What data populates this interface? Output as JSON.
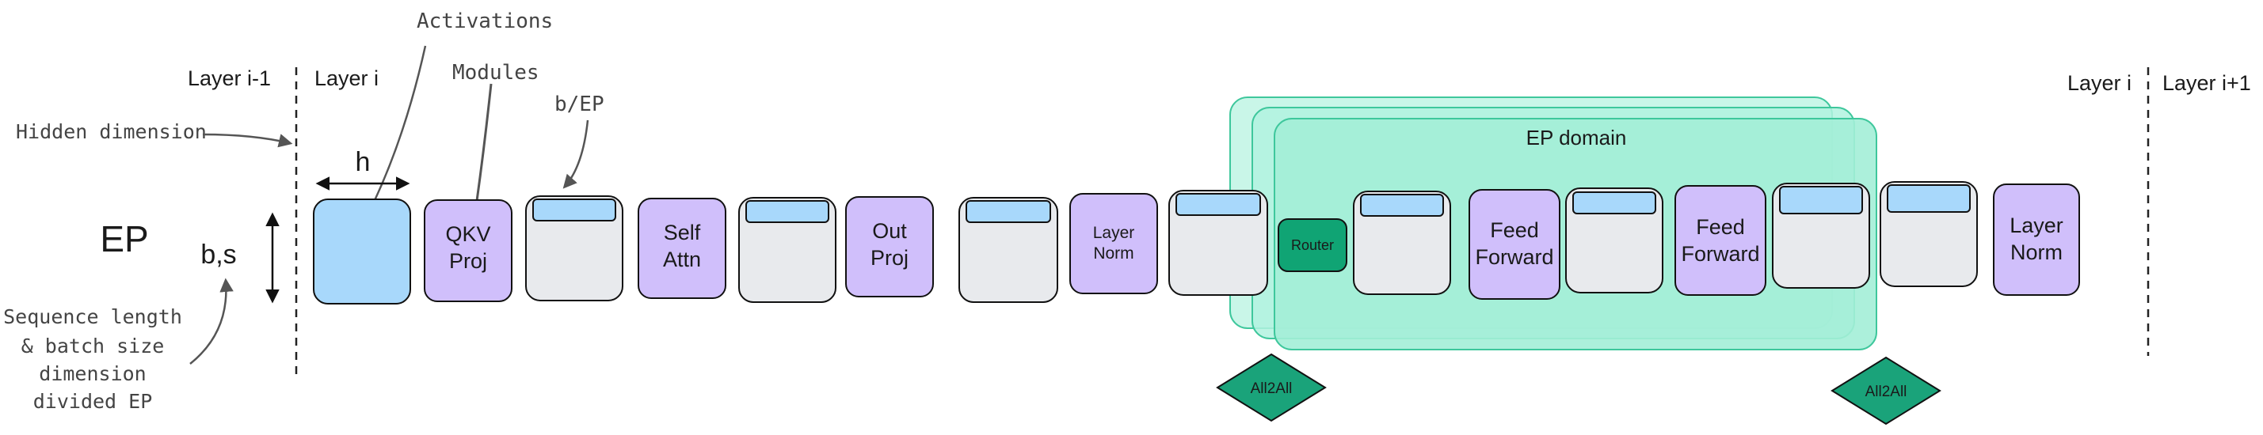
{
  "annotations": {
    "activations": "Activations",
    "modules": "Modules",
    "b_ep": "b/EP",
    "hidden_dimension": "Hidden dimension",
    "sequence_lines": [
      "Sequence length",
      "& batch size",
      "dimension",
      "divided EP"
    ]
  },
  "layer_labels": {
    "prev": "Layer i-1",
    "current": "Layer i",
    "current_right": "Layer i",
    "next": "Layer i+1"
  },
  "dims": {
    "ep": "EP",
    "bs": "b,s",
    "h": "h"
  },
  "ep_domain": "EP domain",
  "modules": {
    "qkv": [
      "QKV",
      "Proj"
    ],
    "self_attn": [
      "Self",
      "Attn"
    ],
    "out_proj": [
      "Out",
      "Proj"
    ],
    "layer_norm_small": [
      "Layer",
      "Norm"
    ],
    "router": "Router",
    "ff1": [
      "Feed",
      "Forward"
    ],
    "ff2": [
      "Feed",
      "Forward"
    ],
    "layer_norm_end": [
      "Layer",
      "Norm"
    ]
  },
  "all2all": [
    "All2All",
    "All2All"
  ],
  "colors": {
    "activation_fill": "#a8d8fb",
    "module_fill": "#d0bffb",
    "router_fill": "#10a474",
    "ep_green": "#1aa37a",
    "ep_domain_fill": "#a8f0dc",
    "gray_block": "#e8eaed"
  }
}
